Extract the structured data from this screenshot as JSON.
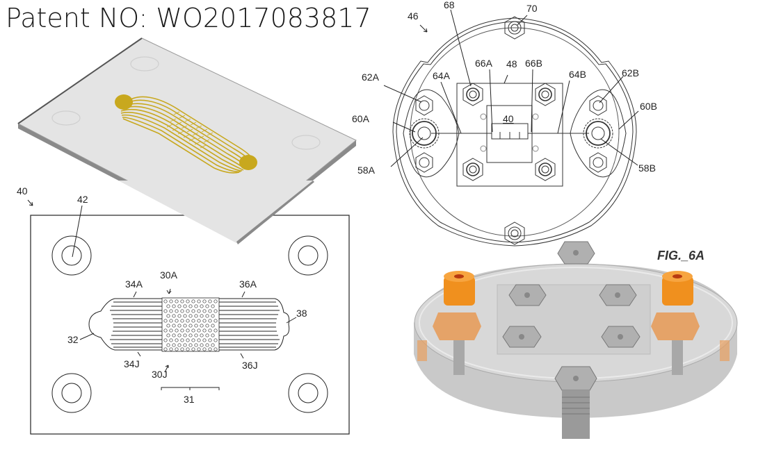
{
  "title": "Patent NO: WO2017083817",
  "chip_3d": {
    "description": "Isometric render of microfluidic chip with gold channel network",
    "channel_color": "#c8a81e",
    "slide_color": "#e6e6e6",
    "edge_color": "#8a8a8a"
  },
  "fig_chip_plan": {
    "labels": {
      "ref_40": "40",
      "ref_42": "42",
      "ref_30A": "30A",
      "ref_30J": "30J",
      "ref_34A": "34A",
      "ref_34J": "34J",
      "ref_36A": "36A",
      "ref_36J": "36J",
      "ref_32": "32",
      "ref_38": "38",
      "ref_31": "31"
    }
  },
  "fig_holder_plan": {
    "labels": {
      "ref_46": "46",
      "ref_68": "68",
      "ref_70": "70",
      "ref_48": "48",
      "ref_66A": "66A",
      "ref_66B": "66B",
      "ref_64A": "64A",
      "ref_64B": "64B",
      "ref_62A": "62A",
      "ref_62B": "62B",
      "ref_60A": "60A",
      "ref_60B": "60B",
      "ref_58A": "58A",
      "ref_58B": "58B",
      "ref_40": "40"
    }
  },
  "fig_holder_3d": {
    "caption": "FIG._6A",
    "accent_color": "#f0901e"
  }
}
